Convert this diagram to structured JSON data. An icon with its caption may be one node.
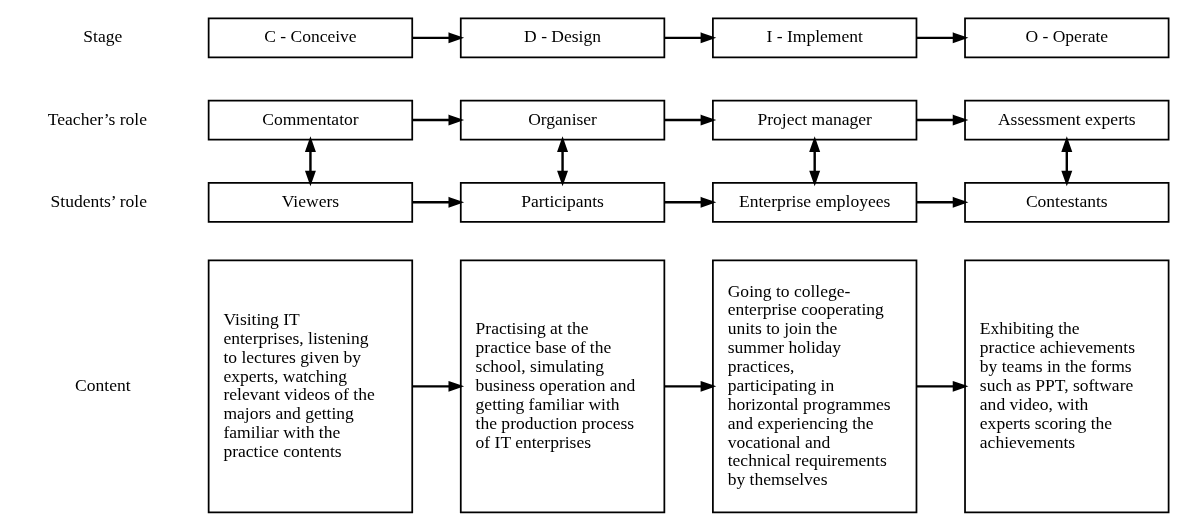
{
  "diagram": {
    "nodes": [
      {
        "text": [
          "C - Conceive"
        ]
      },
      {
        "text": [
          "D - Design"
        ]
      },
      {
        "text": [
          "I - Implement"
        ]
      },
      {
        "text": [
          "O - Operate"
        ]
      },
      {
        "text": [
          "Commentator"
        ]
      },
      {
        "text": [
          "Organiser"
        ]
      },
      {
        "text": [
          "Project manager"
        ]
      },
      {
        "text": [
          "Assessment experts"
        ]
      },
      {
        "text": [
          "Viewers"
        ]
      },
      {
        "text": [
          "Participants"
        ]
      },
      {
        "text": [
          "Enterprise employees"
        ]
      },
      {
        "text": [
          "Contestants"
        ]
      },
      {
        "text": [
          "Visiting IT enterprises, listening to lectures given by experts, watching relevant videos of the majors and getting familiar with the practice contents"
        ]
      },
      {
        "text": [
          "Practising at the practice base of the school, simulating business operation and getting familiar with the production process of IT enterprises"
        ]
      },
      {
        "text": [
          "Going to college-enterprise cooperating units to join the summer holiday practices, participating in horizontal programmes and experiencing the vocational and technical requirements by themselves"
        ]
      },
      {
        "text": [
          "Exhibiting the practice achievements by teams in the forms such as PPT, software and video, with experts scoring the achievements"
        ]
      }
    ],
    "edges": [
      {
        "from": 0,
        "to": 1,
        "arrow": "to"
      },
      {
        "from": 1,
        "to": 2,
        "arrow": "to"
      },
      {
        "from": 2,
        "to": 3,
        "arrow": "to"
      },
      {
        "from": 4,
        "to": 5,
        "arrow": "to"
      },
      {
        "from": 5,
        "to": 6,
        "arrow": "to"
      },
      {
        "from": 6,
        "to": 7,
        "arrow": "to"
      },
      {
        "from": 4,
        "to": 8,
        "arrow": "both"
      },
      {
        "from": 5,
        "to": 9,
        "arrow": "both"
      },
      {
        "from": 6,
        "to": 10,
        "arrow": "both"
      },
      {
        "from": 7,
        "to": 11,
        "arrow": "both"
      },
      {
        "from": 8,
        "to": 9,
        "arrow": "to"
      },
      {
        "from": 9,
        "to": 10,
        "arrow": "to"
      },
      {
        "from": 10,
        "to": 11,
        "arrow": "to"
      },
      {
        "from": 12,
        "to": 13,
        "arrow": "to"
      },
      {
        "from": 13,
        "to": 14,
        "arrow": "to"
      },
      {
        "from": 14,
        "to": 15,
        "arrow": "to"
      }
    ],
    "labels": [
      "Stage",
      "Teacher’s role",
      "Students’ role",
      "Content"
    ]
  }
}
